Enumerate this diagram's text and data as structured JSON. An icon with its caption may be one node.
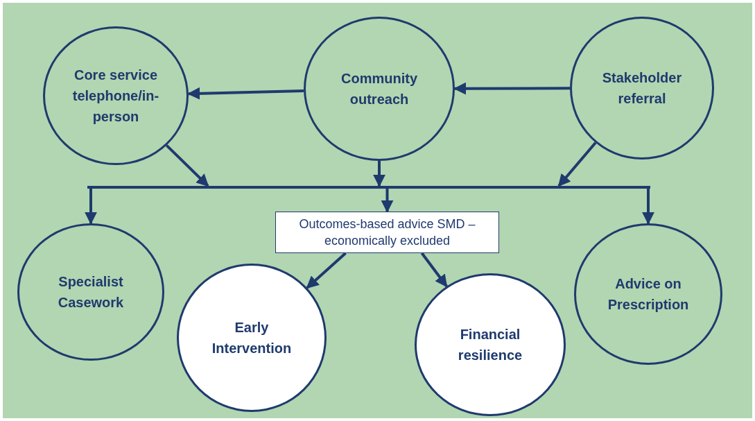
{
  "diagram": {
    "nodes": [
      {
        "text": [
          "Core service telephone/in-person"
        ]
      },
      {
        "text": [
          "Community outreach"
        ]
      },
      {
        "text": [
          "Stakeholder referral"
        ]
      },
      {
        "text": [],
        "shape": "bar"
      },
      {
        "text": [
          "Specialist Casework"
        ]
      },
      {
        "text": [
          "Outcomes-based advice SMD – economically excluded"
        ]
      },
      {
        "text": [
          "Advice on Prescription"
        ]
      },
      {
        "text": [
          "Early Intervention"
        ]
      },
      {
        "text": [
          "Financial resilience"
        ]
      }
    ],
    "edges": [
      {
        "from": 1,
        "to": 0,
        "arrow": "to"
      },
      {
        "from": 2,
        "to": 1,
        "arrow": "to"
      },
      {
        "from": 0,
        "to": 3,
        "arrow": "to"
      },
      {
        "from": 1,
        "to": 3,
        "arrow": "to"
      },
      {
        "from": 2,
        "to": 3,
        "arrow": "to"
      },
      {
        "from": 3,
        "to": 4,
        "arrow": "to"
      },
      {
        "from": 3,
        "to": 5,
        "arrow": "to"
      },
      {
        "from": 3,
        "to": 6,
        "arrow": "to"
      },
      {
        "from": 5,
        "to": 7,
        "arrow": "to"
      },
      {
        "from": 5,
        "to": 8,
        "arrow": "to"
      }
    ]
  }
}
